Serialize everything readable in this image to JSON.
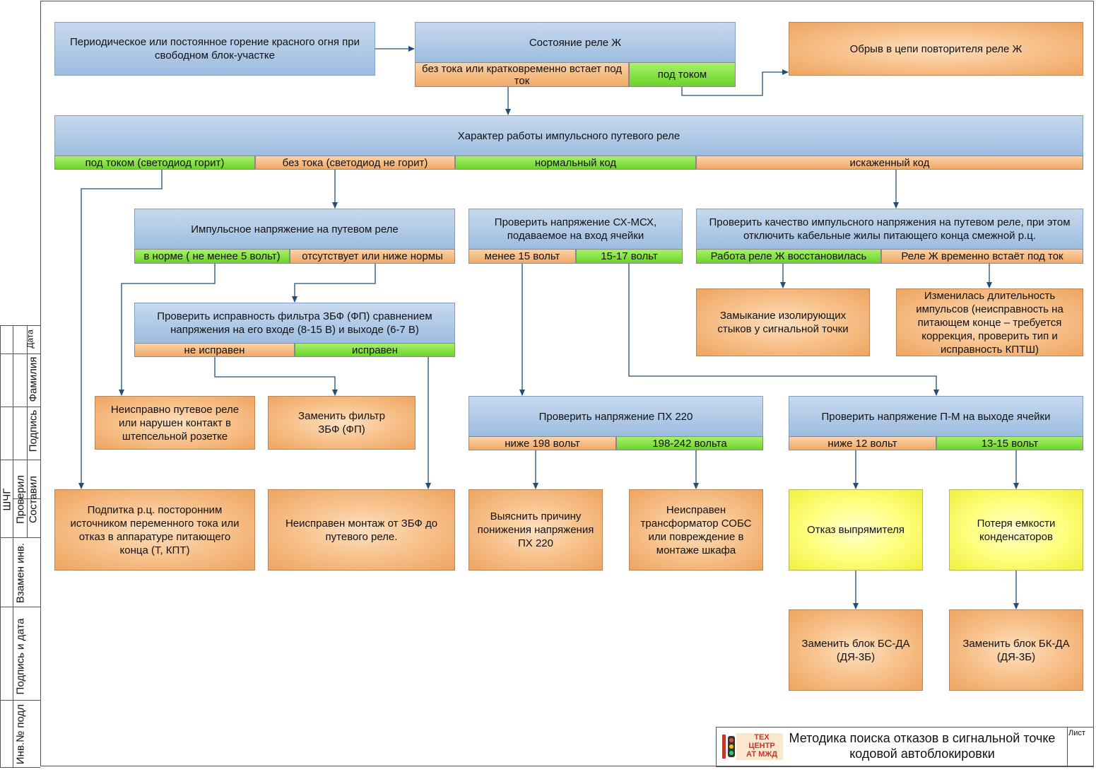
{
  "boxes": {
    "start": "Периодическое или постоянное горение красного огня при свободном блок-участке",
    "relay_zh": "Состояние реле Ж",
    "break_circuit": "Обрыв в цепи повторителя реле Ж",
    "impulse_relay": "Характер работы импульсного путевого реле",
    "impulse_voltage": "Импульсное напряжение на путевом реле",
    "check_shx": "Проверить напряжение СХ-МСХ, подаваемое на вход ячейки",
    "check_quality": "Проверить качество импульсного напряжения на путевом реле, при этом отключить кабельные жилы питающего конца смежной р.ц.",
    "check_filter": "Проверить исправность фильтра ЗБФ (ФП) сравнением напряжения на его входе (8-15 В) и выходе (6-7 В)",
    "isolating_joints": "Замыкание  изолирующих стыков у сигнальной точки",
    "pulse_duration": "Изменилась длительность импульсов (неисправность на питающем конце – требуется коррекция, проверить тип и исправность КПТШ)",
    "faulty_relay": "Неисправно путевое реле или нарушен контакт в штепсельной розетке",
    "replace_filter": "Заменить фильтр ЗБФ (ФП)",
    "check_px": "Проверить напряжение ПХ 220",
    "check_pm": "Проверить напряжение П-М на выходе ячейки",
    "foreign_source": "Подпитка р.ц. посторонним источником переменного тока или отказ в аппаратуре питающего конца (Т, КПТ)",
    "faulty_wiring": "Неисправен монтаж от ЗБФ до путевого реле.",
    "find_reason": "Выяснить причину понижения напряжения ПХ 220",
    "faulty_transformer": "Неисправен трансформатор СОБС или повреждение в монтаже шкафа",
    "rectifier_failure": "Отказ выпрямителя",
    "capacitor_loss": "Потеря емкости конденсаторов",
    "replace_bs": "Заменить блок БС-ДА (ДЯ-3Б)",
    "replace_bk": "Заменить блок БК-ДА (ДЯ-3Б)"
  },
  "cells": {
    "relay_zh_off": "без тока или кратковременно встает под ток",
    "relay_zh_on": "под током",
    "led_on": "под током (светодиод горит)",
    "led_off": "без тока (светодиод не горит)",
    "normal_code": "нормальный код",
    "distorted_code": "искаженный код",
    "voltage_ok": "в норме ( не менее 5 вольт)",
    "voltage_low": "отсутствует или ниже нормы",
    "shx_low": "менее 15 вольт",
    "shx_ok": "15-17 вольт",
    "zh_restored": "Работа реле Ж восстановилась",
    "zh_temporary": "Реле Ж временно встаёт под ток",
    "filter_bad": "не исправен",
    "filter_good": "исправен",
    "px_low": "ниже 198 вольт",
    "px_ok": "198-242 вольта",
    "pm_low": "ниже 12 вольт",
    "pm_ok": "13-15 вольт"
  },
  "stamp": {
    "title": "Методика поиска отказов в сигнальной точке кодовой автоблокировки",
    "sheet_label": "Лист",
    "logo_line1": "ТЕХ",
    "logo_line2": "ЦЕНТР",
    "logo_line3": "АТ МЖД"
  },
  "side_labels": {
    "date": "Дата",
    "surname": "Фамилия",
    "signature": "Подпись",
    "checked": "Проверил",
    "made": "Составил",
    "shch": "ШЧГ",
    "replace_inv": "Взамен инв.",
    "sign_date": "Подпись и дата",
    "inv_no": "Инв.№ подл"
  },
  "colors": {
    "blue_box": "#9dbde0",
    "orange_box": "#eea45f",
    "green_cell": "#6ad42a",
    "yellow_box": "#ffff80",
    "arrow": "#1f4e79"
  }
}
